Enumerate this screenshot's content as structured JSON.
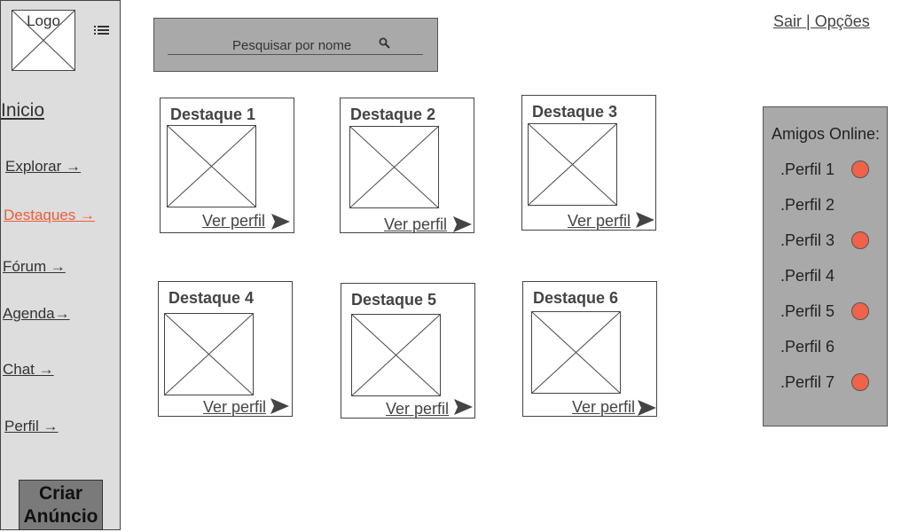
{
  "sidebar": {
    "logo_label": "Logo",
    "nav": {
      "home": "Inicio",
      "explorar": "Explorar →",
      "destaques": "Destaques →",
      "forum": "Fórum →",
      "agenda": "Agenda→",
      "chat": "Chat →",
      "perfil": "Perfil →"
    },
    "active_color": "#ee5c3c",
    "cta_line1": "Criar",
    "cta_line2": "Anúncio"
  },
  "search": {
    "placeholder": "Pesquisar por nome"
  },
  "header": {
    "links": "Sair | Opções"
  },
  "cards": [
    {
      "title": "Destaque 1",
      "link": "Ver perfil"
    },
    {
      "title": "Destaque 2",
      "link": "Ver perfil"
    },
    {
      "title": "Destaque 3",
      "link": "Ver perfil"
    },
    {
      "title": "Destaque 4",
      "link": "Ver perfil"
    },
    {
      "title": "Destaque 5",
      "link": "Ver perfil"
    },
    {
      "title": "Destaque 6",
      "link": "Ver perfil"
    }
  ],
  "friends": {
    "title": "Amigos Online:",
    "online_color": "#f0624a",
    "items": [
      {
        "name": ".Perfil 1",
        "online": true
      },
      {
        "name": ".Perfil 2",
        "online": false
      },
      {
        "name": ".Perfil 3",
        "online": true
      },
      {
        "name": ".Perfil 4",
        "online": false
      },
      {
        "name": ".Perfil 5",
        "online": true
      },
      {
        "name": ".Perfil 6",
        "online": false
      },
      {
        "name": ".Perfil 7",
        "online": true
      }
    ]
  }
}
